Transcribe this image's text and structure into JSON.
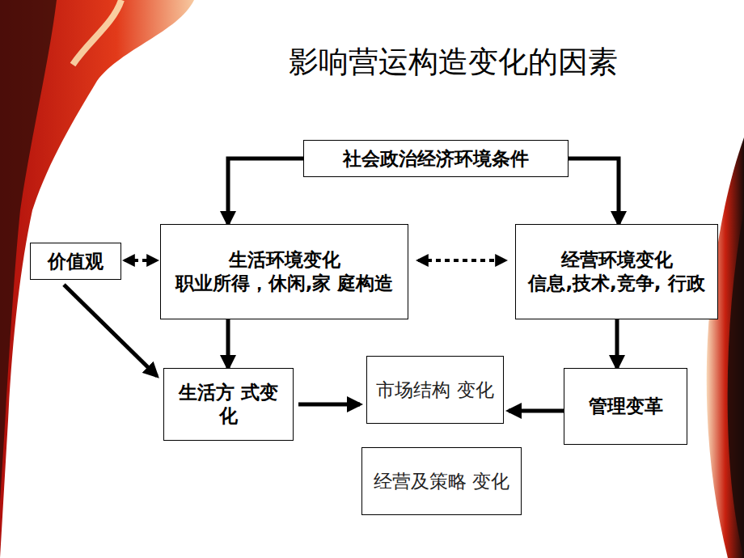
{
  "diagram": {
    "title": "影响营运构造变化的因素",
    "nodes": [
      {
        "text": [
          "社会政治经济环境条件"
        ]
      },
      {
        "text": [
          "价值观"
        ]
      },
      {
        "text": [
          "生活环境变化",
          "职业所得，休闲,家 庭构造"
        ]
      },
      {
        "text": [
          "经营环境变化",
          "信息,技术,竞争, 行政"
        ]
      },
      {
        "text": [
          "生活方 式变化"
        ]
      },
      {
        "text": [
          "市场结构 变化"
        ]
      },
      {
        "text": [
          "管理变革"
        ]
      },
      {
        "text": [
          "经营及策略 变化"
        ]
      }
    ],
    "edges": [
      {
        "from": 0,
        "to": 2,
        "arrow": "to"
      },
      {
        "from": 0,
        "to": 3,
        "arrow": "to"
      },
      {
        "from": 1,
        "to": 2,
        "arrow": "both"
      },
      {
        "from": 2,
        "to": 3,
        "arrow": "both"
      },
      {
        "from": 1,
        "to": 4,
        "arrow": "to"
      },
      {
        "from": 2,
        "to": 4,
        "arrow": "to"
      },
      {
        "from": 3,
        "to": 6,
        "arrow": "to"
      },
      {
        "from": 4,
        "to": 5,
        "arrow": "to"
      },
      {
        "from": 6,
        "to": 5,
        "arrow": "to"
      }
    ]
  }
}
